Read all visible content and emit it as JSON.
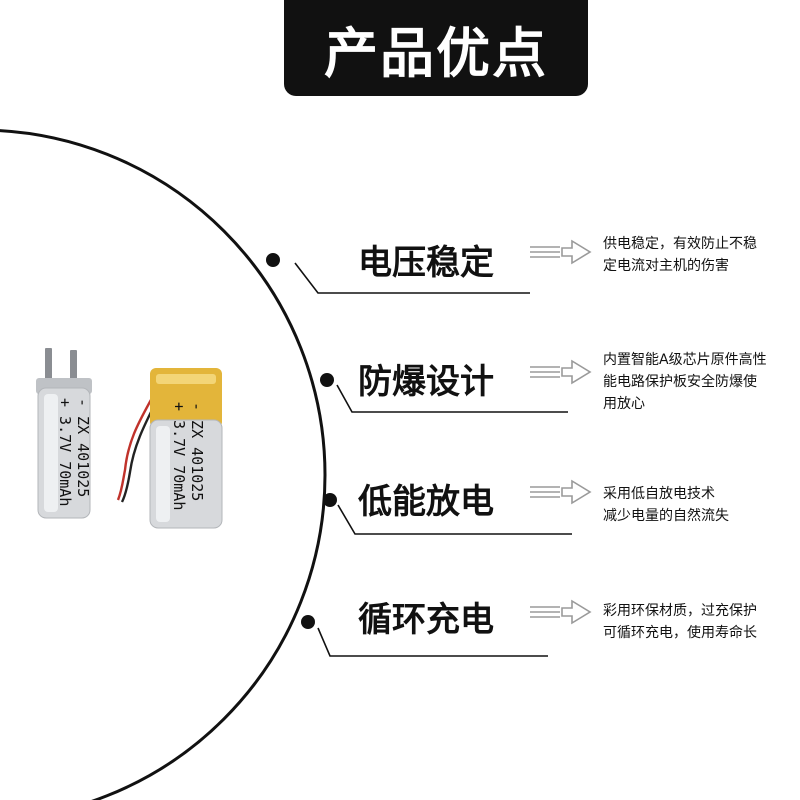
{
  "header": {
    "title": "产品优点"
  },
  "features": [
    {
      "title": "电压稳定",
      "lines": [
        "供电稳定，有效防止不稳",
        "定电流对主机的伤害"
      ]
    },
    {
      "title": "防爆设计",
      "lines": [
        "内置智能A级芯片原件高性",
        "能电路保护板安全防爆使",
        "用放心"
      ]
    },
    {
      "title": "低能放电",
      "lines": [
        "采用低自放电技术",
        "减少电量的自然流失"
      ]
    },
    {
      "title": "循环充电",
      "lines": [
        "彩用环保材质，过充保护",
        "可循环充电，使用寿命长"
      ]
    }
  ],
  "battery_left": {
    "line1": "- ZX 401025",
    "line2": "+ 3.7V 70mAh"
  },
  "battery_right": {
    "line1": "- ZX 401025",
    "line2": "+ 3.7V 70mAh"
  },
  "colors": {
    "title_bg": "#111111",
    "title_fg": "#ffffff",
    "line": "#111111",
    "arrow": "#9a9a9a",
    "battery_silver": "#d7d9dc",
    "battery_yellow": "#e3b53a"
  }
}
